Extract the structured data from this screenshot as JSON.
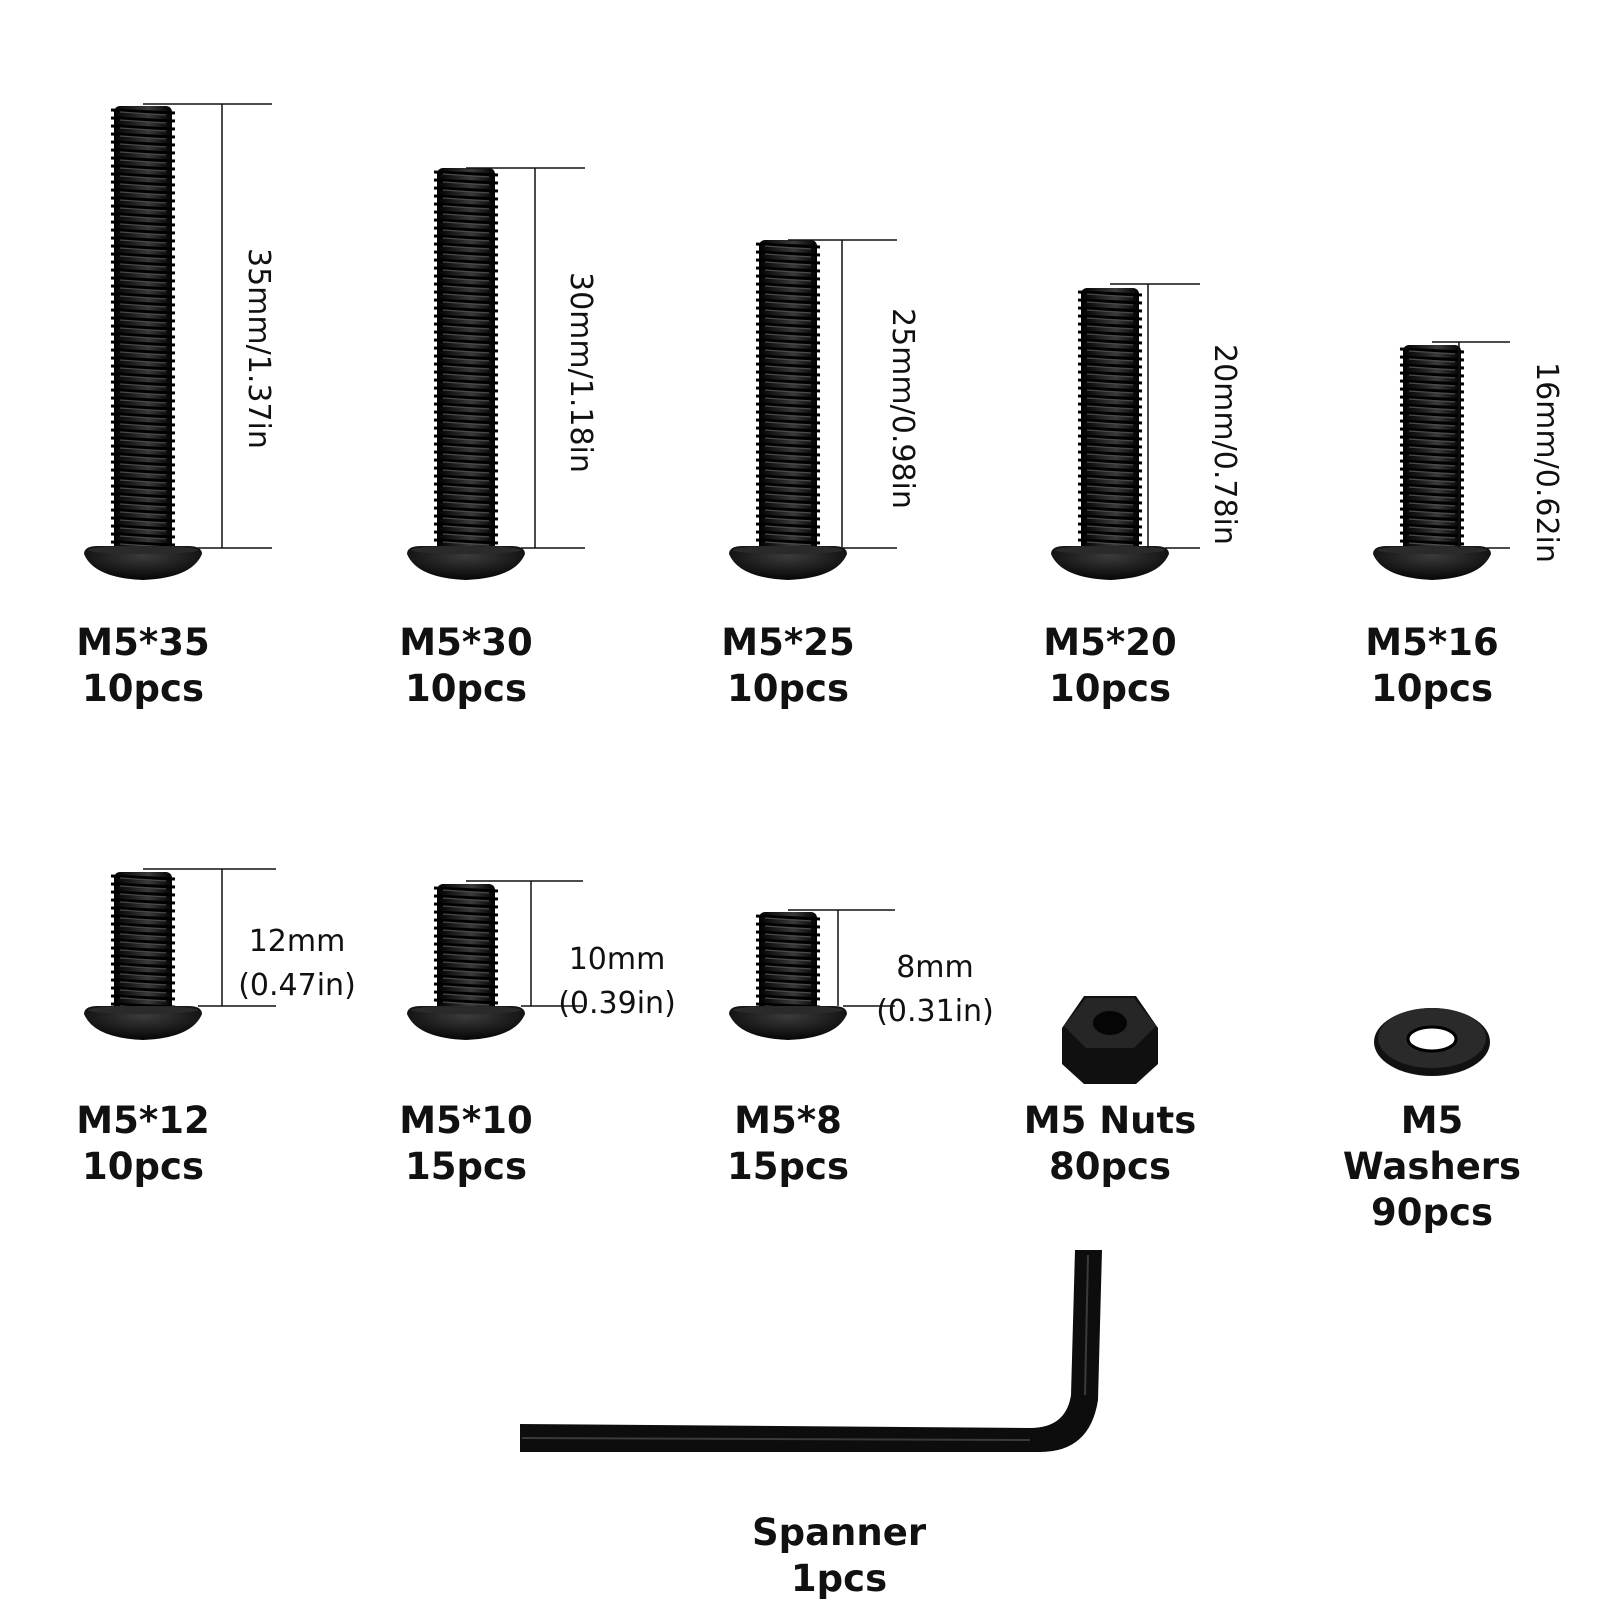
{
  "colors": {
    "background": "#ffffff",
    "hardware": "#0b0b0b",
    "guide_line": "#111111",
    "text": "#111111"
  },
  "screws": [
    {
      "id": "m5-35",
      "name": "M5*35",
      "qty": "10pcs",
      "dimension": "35mm/1.37in",
      "dim_line1": "",
      "dim_line2": ""
    },
    {
      "id": "m5-30",
      "name": "M5*30",
      "qty": "10pcs",
      "dimension": "30mm/1.18in",
      "dim_line1": "",
      "dim_line2": ""
    },
    {
      "id": "m5-25",
      "name": "M5*25",
      "qty": "10pcs",
      "dimension": "25mm/0.98in",
      "dim_line1": "",
      "dim_line2": ""
    },
    {
      "id": "m5-20",
      "name": "M5*20",
      "qty": "10pcs",
      "dimension": "20mm/0.78in",
      "dim_line1": "",
      "dim_line2": ""
    },
    {
      "id": "m5-16",
      "name": "M5*16",
      "qty": "10pcs",
      "dimension": "16mm/0.62in",
      "dim_line1": "",
      "dim_line2": ""
    },
    {
      "id": "m5-12",
      "name": "M5*12",
      "qty": "10pcs",
      "dimension": "",
      "dim_line1": "12mm",
      "dim_line2": "(0.47in)"
    },
    {
      "id": "m5-10",
      "name": "M5*10",
      "qty": "15pcs",
      "dimension": "",
      "dim_line1": "10mm",
      "dim_line2": "(0.39in)"
    },
    {
      "id": "m5-8",
      "name": "M5*8",
      "qty": "15pcs",
      "dimension": "",
      "dim_line1": "8mm",
      "dim_line2": "(0.31in)"
    }
  ],
  "nuts": {
    "name": "M5 Nuts",
    "qty": "80pcs",
    "icon": "hex-nut-icon"
  },
  "washers": {
    "name_line1": "M5",
    "name_line2": "Washers",
    "qty": "90pcs",
    "icon": "flat-washer-icon"
  },
  "spanner": {
    "name": "Spanner",
    "qty": "1pcs",
    "icon": "hex-key-icon"
  }
}
